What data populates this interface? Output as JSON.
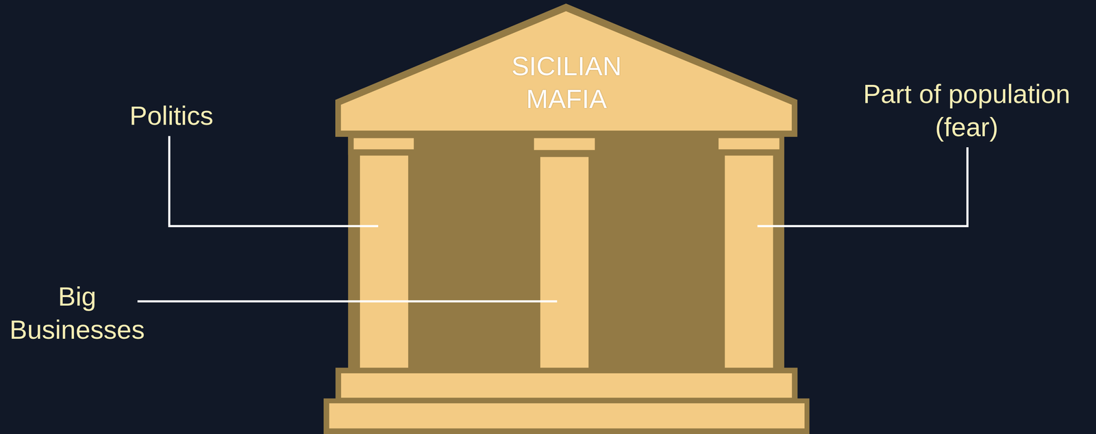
{
  "diagram": {
    "nodes": [
      {
        "text": [
          "SICILIAN MAFIA"
        ]
      }
    ],
    "labels": [
      "Politics",
      "Big Businesses",
      "Part of population (fear)"
    ]
  }
}
